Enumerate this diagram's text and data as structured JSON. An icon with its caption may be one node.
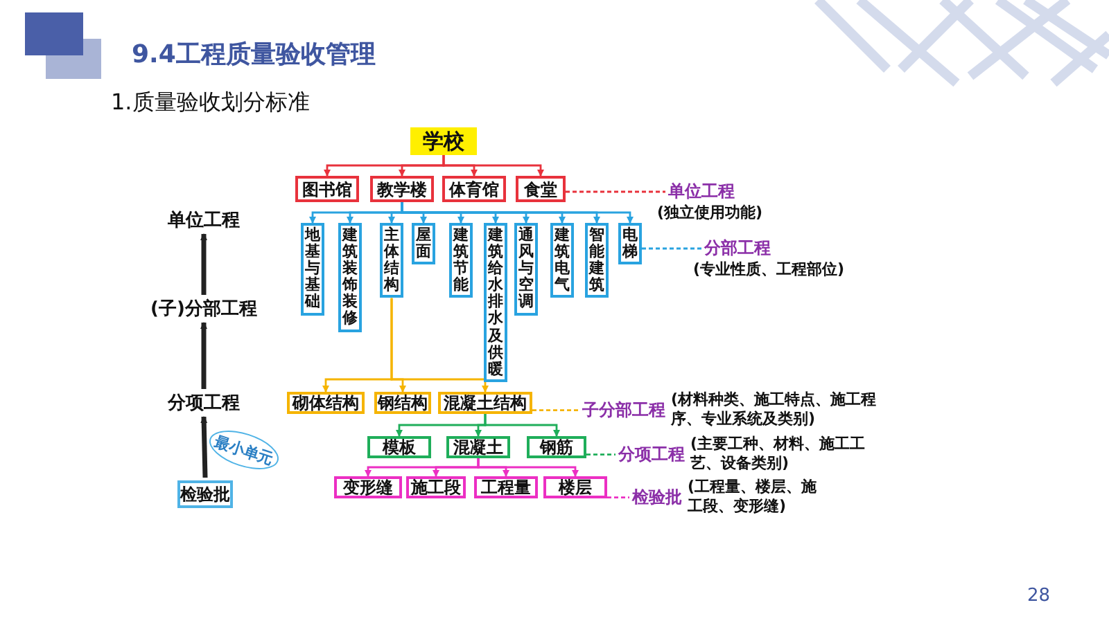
{
  "diagram": {
    "title": "9.4工程质量验收管理",
    "nodes": [
      {
        "text": [
          "学校"
        ]
      },
      {
        "text": [
          "图书馆"
        ]
      },
      {
        "text": [
          "教学楼"
        ]
      },
      {
        "text": [
          "体育馆"
        ]
      },
      {
        "text": [
          "食堂"
        ]
      },
      {
        "text": [
          "地基与基础"
        ]
      },
      {
        "text": [
          "建筑装饰装修"
        ]
      },
      {
        "text": [
          "主体结构"
        ]
      },
      {
        "text": [
          "屋面"
        ]
      },
      {
        "text": [
          "建筑节能"
        ]
      },
      {
        "text": [
          "建筑给水排水及供暖"
        ]
      },
      {
        "text": [
          "通风与空调"
        ]
      },
      {
        "text": [
          "建筑电气"
        ]
      },
      {
        "text": [
          "智能建筑"
        ]
      },
      {
        "text": [
          "电梯"
        ]
      },
      {
        "text": [
          "砌体结构"
        ]
      },
      {
        "text": [
          "钢结构"
        ]
      },
      {
        "text": [
          "混凝土结构"
        ]
      },
      {
        "text": [
          "模板"
        ]
      },
      {
        "text": [
          "混凝土"
        ]
      },
      {
        "text": [
          "钢筋"
        ]
      },
      {
        "text": [
          "变形缝"
        ]
      },
      {
        "text": [
          "施工段"
        ]
      },
      {
        "text": [
          "工程量"
        ]
      },
      {
        "text": [
          "楼层"
        ]
      },
      {
        "text": [
          "单位工程",
          "(独立使用功能)"
        ]
      },
      {
        "text": [
          "分部工程",
          "(专业性质、工程部位)"
        ]
      },
      {
        "text": [
          "子分部工程",
          "(材料种类、施工特点、施工程序、专业系统及类别)"
        ]
      },
      {
        "text": [
          "分项工程",
          "(主要工种、材料、施工工艺、设备类别)"
        ]
      },
      {
        "text": [
          "检验批",
          "(工程量、楼层、施工段、变形缝)"
        ]
      },
      {
        "text": [
          "单位工程"
        ]
      },
      {
        "text": [
          "(子)分部工程"
        ]
      },
      {
        "text": [
          "分项工程"
        ]
      },
      {
        "text": [
          "检验批"
        ]
      },
      {
        "text": [
          "最小单元"
        ]
      }
    ],
    "edges": [
      {
        "from": 0,
        "to": 1,
        "arrow": "to",
        "color": "#e8323c"
      },
      {
        "from": 0,
        "to": 2,
        "arrow": "to",
        "color": "#e8323c"
      },
      {
        "from": 0,
        "to": 3,
        "arrow": "to",
        "color": "#e8323c"
      },
      {
        "from": 0,
        "to": 4,
        "arrow": "to",
        "color": "#e8323c"
      },
      {
        "from": 2,
        "to": 5,
        "arrow": "to"
      },
      {
        "from": 2,
        "to": 6,
        "arrow": "to"
      },
      {
        "from": 2,
        "to": 7,
        "arrow": "to"
      },
      {
        "from": 2,
        "to": 8,
        "arrow": "to"
      },
      {
        "from": 2,
        "to": 9,
        "arrow": "to"
      },
      {
        "from": 2,
        "to": 10,
        "arrow": "to"
      },
      {
        "from": 2,
        "to": 11,
        "arrow": "to"
      },
      {
        "from": 2,
        "to": 12,
        "arrow": "to"
      },
      {
        "from": 2,
        "to": 13,
        "arrow": "to"
      },
      {
        "from": 2,
        "to": 14,
        "arrow": "to"
      },
      {
        "from": 7,
        "to": 15,
        "arrow": "to",
        "color": "#f5b400"
      },
      {
        "from": 7,
        "to": 16,
        "arrow": "to",
        "color": "#f5b400"
      },
      {
        "from": 7,
        "to": 17,
        "arrow": "to",
        "color": "#f5b400"
      },
      {
        "from": 17,
        "to": 18,
        "arrow": "to",
        "color": "#1fae5a"
      },
      {
        "from": 17,
        "to": 19,
        "arrow": "to",
        "color": "#1fae5a"
      },
      {
        "from": 17,
        "to": 20,
        "arrow": "to",
        "color": "#1fae5a"
      },
      {
        "from": 19,
        "to": 21,
        "arrow": "to",
        "color": "#ec2fc3"
      },
      {
        "from": 19,
        "to": 22,
        "arrow": "to",
        "color": "#ec2fc3"
      },
      {
        "from": 19,
        "to": 23,
        "arrow": "to",
        "color": "#ec2fc3"
      },
      {
        "from": 19,
        "to": 24,
        "arrow": "to",
        "color": "#ec2fc3"
      },
      {
        "from": 4,
        "to": 25,
        "arrow": "none",
        "style": "dashed",
        "color": "#e8323c"
      },
      {
        "from": 14,
        "to": 26,
        "arrow": "none",
        "style": "dashed"
      },
      {
        "from": 17,
        "to": 27,
        "arrow": "none",
        "style": "dashed",
        "color": "#f5b400"
      },
      {
        "from": 20,
        "to": 28,
        "arrow": "none",
        "style": "dashed",
        "color": "#1fae5a"
      },
      {
        "from": 24,
        "to": 29,
        "arrow": "none",
        "style": "dashed",
        "color": "#ec2fc3"
      },
      {
        "from": 33,
        "to": 32,
        "arrow": "to",
        "style": "thick",
        "color": "#222222"
      },
      {
        "from": 32,
        "to": 31,
        "arrow": "to",
        "style": "thick",
        "color": "#222222"
      },
      {
        "from": 31,
        "to": 30,
        "arrow": "to",
        "style": "thick",
        "color": "#222222"
      }
    ],
    "labels": [
      "1.质量验收划分标准",
      "28"
    ]
  }
}
